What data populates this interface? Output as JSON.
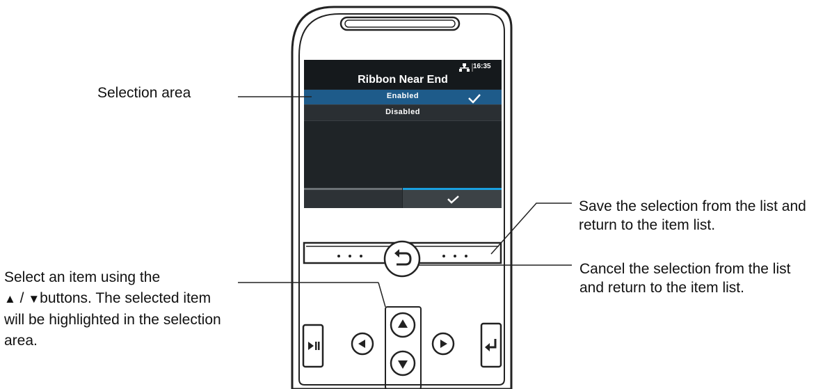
{
  "screen": {
    "title": "Ribbon Near End",
    "time": "16:35",
    "items": [
      {
        "label": "Enabled",
        "selected": true
      },
      {
        "label": "Disabled",
        "selected": false
      }
    ],
    "accent_color": "#1e5b8a",
    "softkey_accent_color": "#1aa0e0"
  },
  "callouts": {
    "selection_area": "Selection area",
    "save": "Save the selection from the list and return to the item list.",
    "cancel": "Cancel the selection from the list and return to the item list.",
    "select_part1": "Select an item using the",
    "select_up": "▲",
    "select_slash": " / ",
    "select_down": "▼",
    "select_part2": "buttons. The selected item will be highlighted in the selection area."
  },
  "icons": {
    "network": "network-icon",
    "check": "checkmark-icon",
    "back": "back-arrow-icon",
    "up": "up-arrow-icon",
    "down": "down-arrow-icon",
    "left": "left-arrow-icon",
    "right": "right-arrow-icon",
    "pause": "play-pause-icon",
    "enter": "enter-icon"
  }
}
